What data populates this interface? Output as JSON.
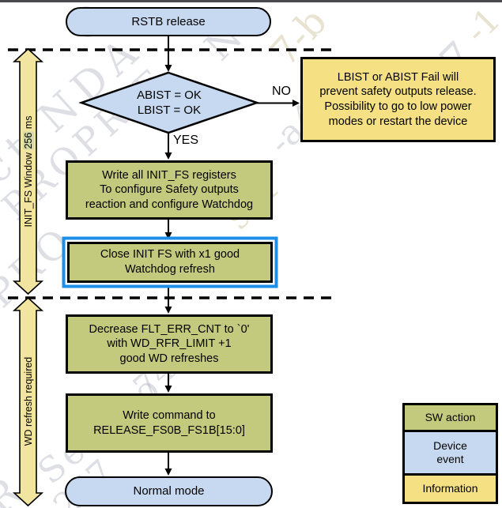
{
  "colors": {
    "device_event_fill": "#c7d9f0",
    "sw_action_fill": "#c4ca7d",
    "information_fill": "#f5e083",
    "side_arrow_fill": "#f2e5a0",
    "selection_highlight": "#1e8fe8",
    "line": "#000000"
  },
  "flow": {
    "start": "RSTB release",
    "decision": {
      "text": "ABIST = OK\nLBIST = OK",
      "no_label": "NO",
      "yes_label": "YES"
    },
    "info_box": "LBIST or ABIST Fail will\nprevent safety outputs release.\nPossibility to go to low power\nmodes or restart the device",
    "action_write_init_fs": "Write all INIT_FS registers\nTo configure Safety outputs\nreaction and configure Watchdog",
    "action_close_init_fs": "Close INIT FS with x1 good\nWatchdog refresh",
    "action_decrease_flt": "Decrease FLT_ERR_CNT to `0'\nwith WD_RFR_LIMIT +1\ngood WD refreshes",
    "action_release": "Write command to\nRELEASE_FS0B_FS1B[15:0]",
    "end": "Normal mode"
  },
  "side_labels": {
    "init_fs_prefix": "INIT_FS Window ",
    "init_fs_highlight": "256",
    "init_fs_suffix": " ms",
    "wd": "WD refresh required"
  },
  "legend": [
    {
      "label": "SW action"
    },
    {
      "label": "Device\nevent"
    },
    {
      "label": "Information"
    }
  ],
  "watermark": [
    "ct NDA",
    "O",
    "PROPRIE",
    "PRO",
    "R",
    "Semico",
    "257",
    "_74c",
    "-a4",
    "96f",
    "Ne",
    "7-b",
    "17",
    "-1"
  ]
}
